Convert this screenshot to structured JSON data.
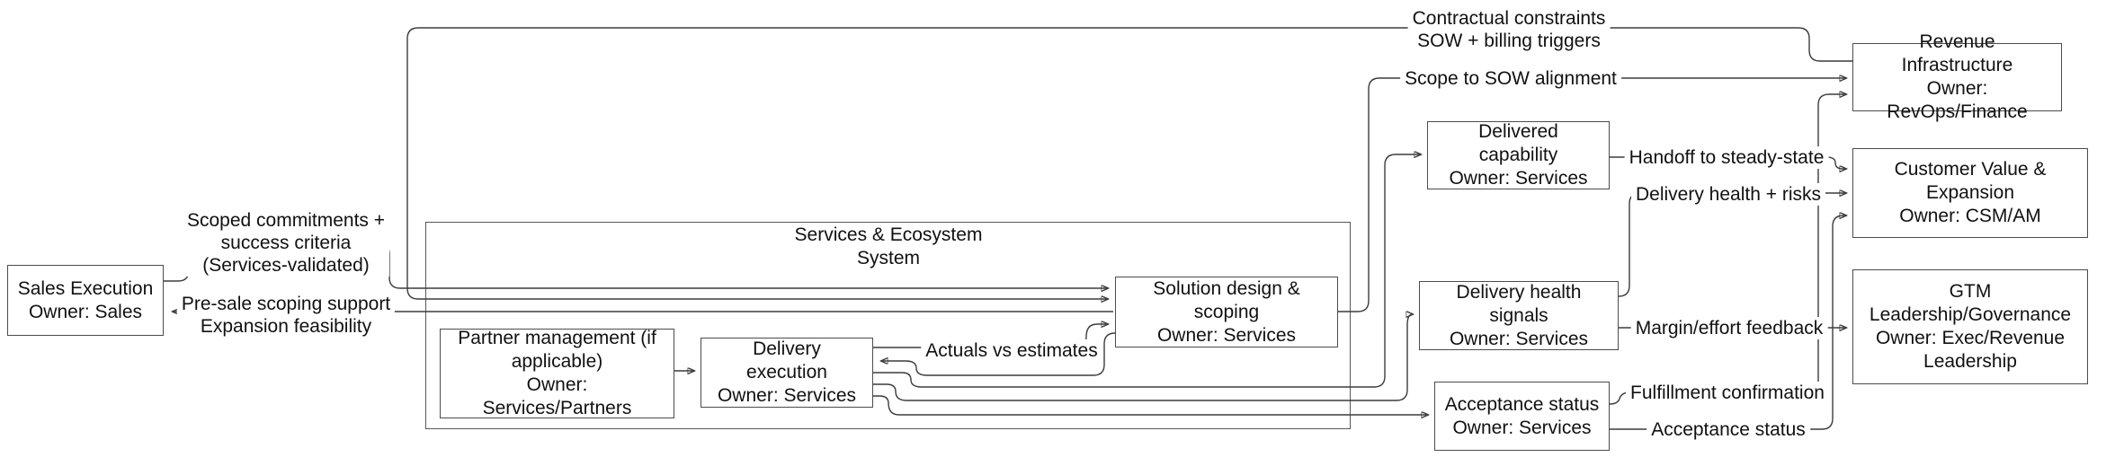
{
  "diagram": {
    "colors": {
      "background": "#ffffff",
      "line": "#3c3c3c",
      "box_border": "#4c4c4c",
      "text": "#111111"
    },
    "container": {
      "title_line1": "Services & Ecosystem",
      "title_line2": "System"
    },
    "nodes": {
      "sales": {
        "title": "Sales Execution",
        "owner": "Owner: Sales"
      },
      "partner": {
        "title": "Partner management (if applicable)",
        "owner": "Owner: Services/Partners"
      },
      "delivery": {
        "title": "Delivery execution",
        "owner": "Owner: Services"
      },
      "solution": {
        "title": "Solution design & scoping",
        "owner": "Owner: Services"
      },
      "delivered_capability": {
        "title": "Delivered capability",
        "owner": "Owner: Services"
      },
      "delivery_health": {
        "title": "Delivery health signals",
        "owner": "Owner: Services"
      },
      "acceptance_status": {
        "title": "Acceptance status",
        "owner": "Owner: Services"
      },
      "revenue_infra": {
        "title": "Revenue Infrastructure",
        "owner": "Owner: RevOps/Finance"
      },
      "customer_value": {
        "title": "Customer Value & Expansion",
        "owner": "Owner: CSM/AM"
      },
      "gtm": {
        "title": "GTM Leadership/Governance",
        "owner": "Owner: Exec/Revenue Leadership"
      }
    },
    "edge_labels": {
      "scoped_commitments": {
        "line1": "Scoped commitments +",
        "line2": "success criteria",
        "line3": "(Services-validated)"
      },
      "pre_sale": {
        "line1": "Pre-sale scoping support",
        "line2": "Expansion feasibility"
      },
      "actuals": {
        "text": "Actuals vs estimates"
      },
      "contractual": {
        "line1": "Contractual constraints",
        "line2": "SOW + billing triggers"
      },
      "scope_sow": {
        "text": "Scope to SOW alignment"
      },
      "handoff": {
        "text": "Handoff to steady-state"
      },
      "health_risks": {
        "text": "Delivery health + risks"
      },
      "margin": {
        "text": "Margin/effort feedback"
      },
      "fulfillment": {
        "text": "Fulfillment confirmation"
      },
      "acceptance": {
        "text": "Acceptance status"
      }
    }
  }
}
